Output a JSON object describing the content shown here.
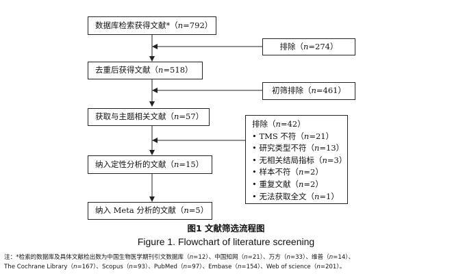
{
  "flow": {
    "records_db": "数据库检索获得文献*（n=792）",
    "excl_1": "排除（n=274）",
    "after_dedup": "去重后获得文献（n=518）",
    "excl_prelim": "初筛排除（n=461）",
    "relevant": "获取与主题相关文献（n=57）",
    "qualitative": "纳入定性分析的文献（n=15）",
    "meta": "纳入 Meta 分析的文献（n=5）",
    "exclusion_list": {
      "title": "排除（n=42）",
      "items": [
        "• TMS 不符（n=21）",
        "• 研究类型不符（n=13）",
        "• 无相关结局指标（n=3）",
        "• 样本不符（n=2）",
        "• 重复文献（n=2）",
        "• 无法获取全文（n=1）"
      ]
    }
  },
  "caption": {
    "cn": "图1  文献筛选流程图",
    "en": "Figure 1. Flowchart of literature screening"
  },
  "note": {
    "line1": "注：*检索的数据库及具体文献检出数为中国生物医学期刊引文数据库（n=12）、中国知网（n=21）、万方（n=33）、维普（n=14）、",
    "line2": "The Cochrane Library（n=167）、Scopus（n=93）、PubMed（n=97）、Embase（n=154）、Web of science（n=201）。"
  }
}
